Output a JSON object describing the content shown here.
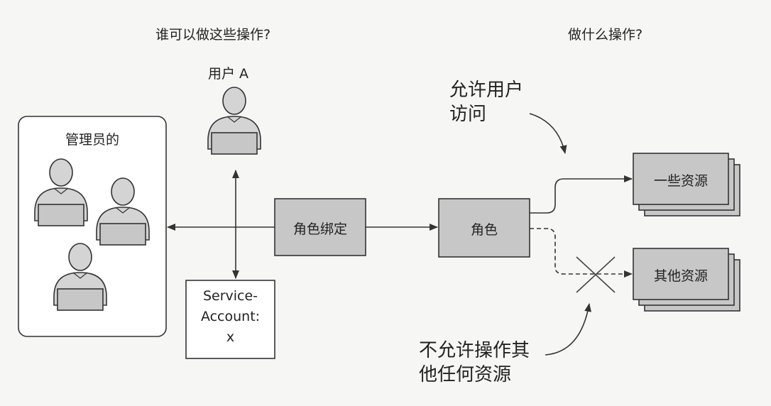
{
  "questions": {
    "who": "谁可以做这些操作?",
    "what": "做什么操作?"
  },
  "subjects": {
    "group_label": "管理员的",
    "user_label": "用户 A",
    "service_account": [
      "Service-",
      "Account:",
      "x"
    ]
  },
  "binding": {
    "label": "角色绑定"
  },
  "role": {
    "label": "角色"
  },
  "resources": {
    "allowed": "一些资源",
    "denied": "其他资源"
  },
  "annotations": {
    "allow_line1": "允许用户",
    "allow_line2": "访问",
    "deny_line1": "不允许操作其",
    "deny_line2": "他任何资源"
  },
  "colors": {
    "box_fill": "#c7c7c7",
    "person_fill": "#d4d4d4",
    "line": "#333333",
    "background": "#f6f6f4"
  },
  "icons": [
    "person-icon",
    "laptop-icon",
    "deny-cross-icon"
  ]
}
